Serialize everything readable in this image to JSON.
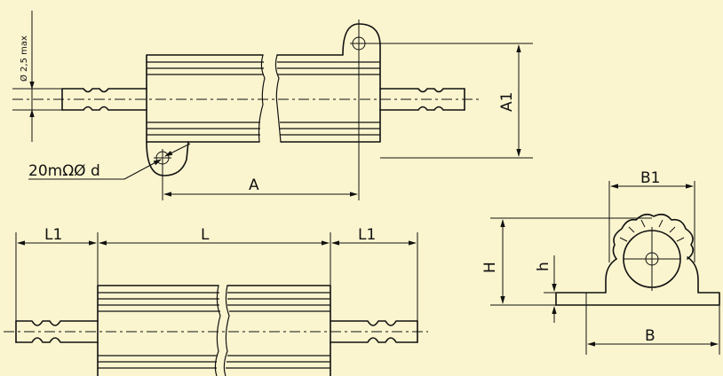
{
  "labels": {
    "diameter": "Ø 2,5 max",
    "mounting": "20mΩØ d",
    "a": "A",
    "a1": "A1",
    "l": "L",
    "l1_left": "L1",
    "l1_right": "L1",
    "b1": "B1",
    "h": "H",
    "h_small": "h",
    "b": "B"
  },
  "colors": {
    "background": "#fbf5cf",
    "line": "#111111"
  }
}
